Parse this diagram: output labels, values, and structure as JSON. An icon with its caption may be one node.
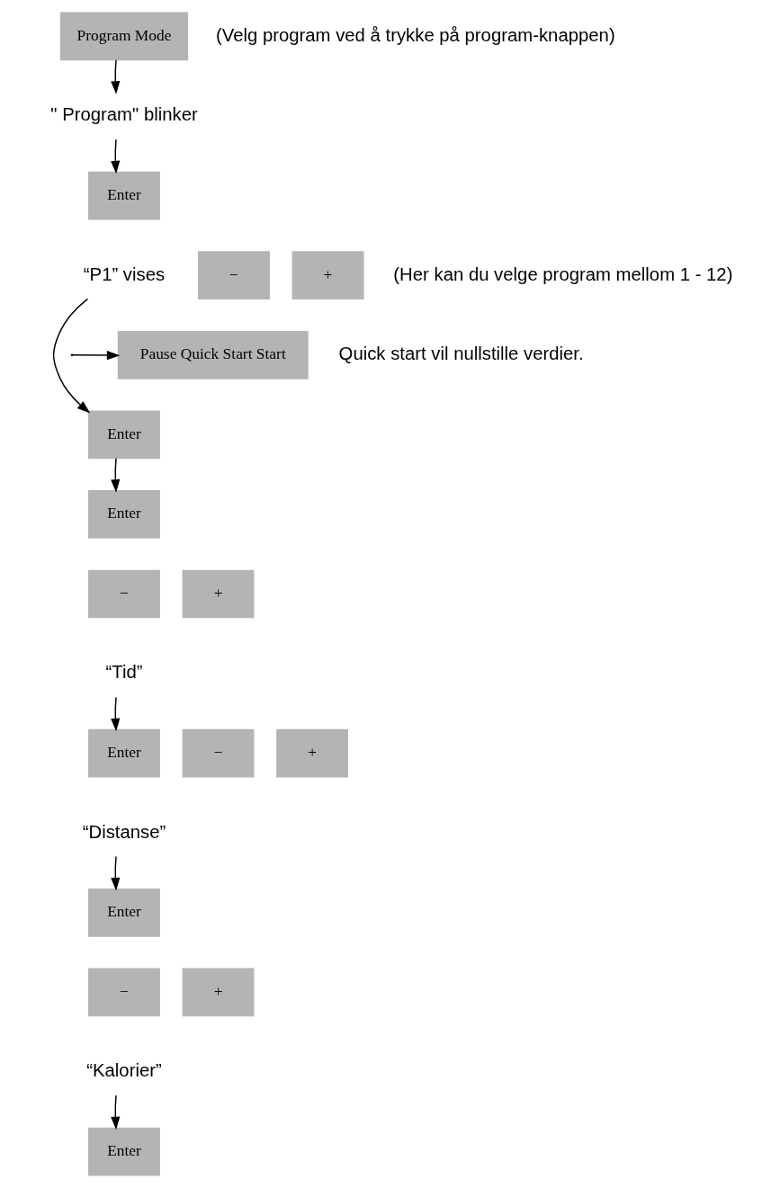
{
  "diagram": {
    "nodes": [
      {
        "text": [
          "Program Mode"
        ],
        "beside": [
          "(Velg program ved å trykke på program-knappen)"
        ]
      },
      {
        "text": [
          "\" Program\" blinker"
        ]
      },
      {
        "text": [
          "Enter"
        ]
      },
      {
        "text": [
          "“P1” vises"
        ]
      },
      {
        "text": [
          "−"
        ]
      },
      {
        "text": [
          "+"
        ],
        "beside": [
          "(Her kan du velge program mellom 1 - 12)"
        ]
      },
      {
        "text": [
          "Pause Quick Start Start"
        ],
        "beside": [
          "Quick start vil nullstille verdier."
        ]
      },
      {
        "text": [
          "Enter"
        ]
      },
      {
        "text": [
          "Enter"
        ]
      },
      {
        "text": [
          "−"
        ]
      },
      {
        "text": [
          "+"
        ]
      },
      {
        "text": [
          "“Tid”"
        ]
      },
      {
        "text": [
          "Enter"
        ]
      },
      {
        "text": [
          "−"
        ]
      },
      {
        "text": [
          "+"
        ]
      },
      {
        "text": [
          "“Distanse”"
        ]
      },
      {
        "text": [
          "Enter"
        ]
      },
      {
        "text": [
          "−"
        ]
      },
      {
        "text": [
          "+"
        ]
      },
      {
        "text": [
          "“Kalorier”"
        ]
      },
      {
        "text": [
          "Enter"
        ]
      }
    ],
    "edges": [
      {
        "from": 0,
        "to": 1,
        "arrow": "to"
      },
      {
        "from": 1,
        "to": 2,
        "arrow": "to"
      },
      {
        "from": 3,
        "to": 7,
        "arrow": "to"
      },
      {
        "from": null,
        "to": 6,
        "arrow": "to"
      },
      {
        "from": 7,
        "to": 8,
        "arrow": "to"
      },
      {
        "from": 11,
        "to": 12,
        "arrow": "to"
      },
      {
        "from": 15,
        "to": 16,
        "arrow": "to"
      },
      {
        "from": 19,
        "to": 20,
        "arrow": "to"
      }
    ]
  }
}
